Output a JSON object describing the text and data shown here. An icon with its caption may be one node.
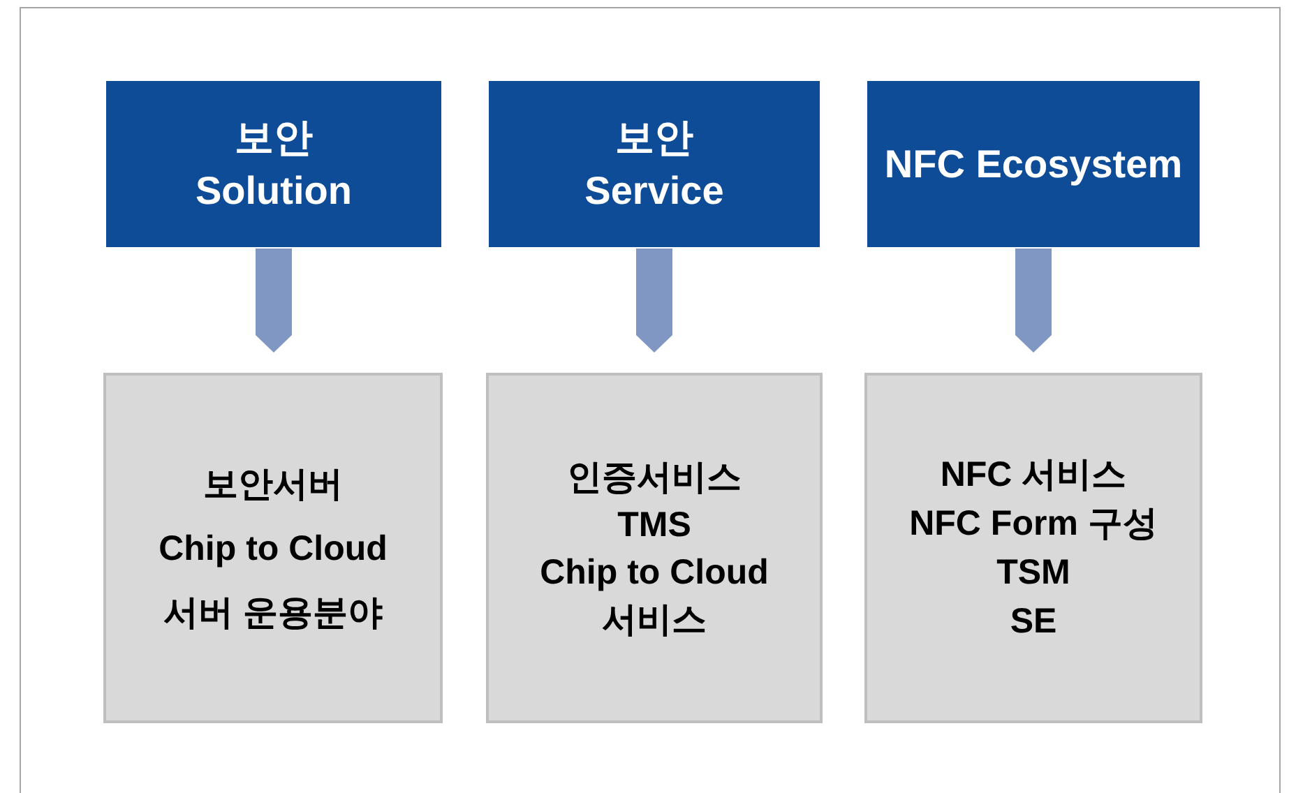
{
  "diagram": {
    "nodes": [
      {
        "text": [
          "보안 Solution"
        ]
      },
      {
        "text": [
          "보안 Service"
        ]
      },
      {
        "text": [
          "NFC Ecosystem"
        ]
      },
      {
        "text": [
          "보안서버",
          "Chip to Cloud",
          "서버 운용분야"
        ]
      },
      {
        "text": [
          "인증서비스",
          "TMS",
          "Chip to Cloud",
          "서비스"
        ]
      },
      {
        "text": [
          "NFC 서비스",
          "NFC Form 구성",
          "TSM",
          "SE"
        ]
      }
    ],
    "edges": [
      {
        "from": 0,
        "to": 3,
        "arrow": "to"
      },
      {
        "from": 1,
        "to": 4,
        "arrow": "to"
      },
      {
        "from": 2,
        "to": 5,
        "arrow": "to"
      }
    ]
  }
}
